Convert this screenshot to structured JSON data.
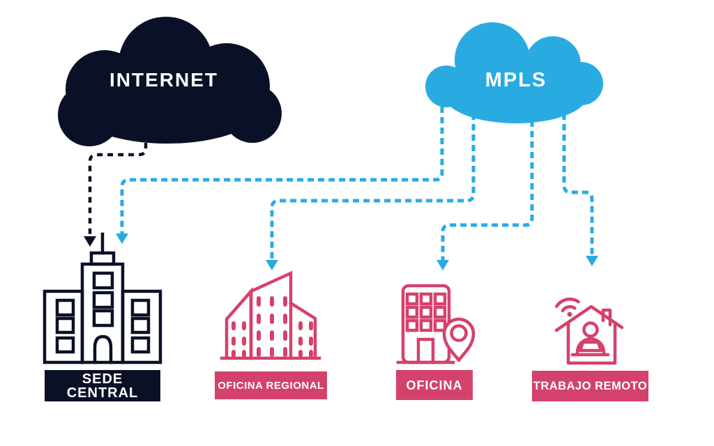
{
  "title": "Network topology diagram",
  "colors": {
    "navy": "#0A1126",
    "blue": "#29ABE2",
    "pink": "#D4426B",
    "bg": "#ffffff",
    "label_text": "#ffffff"
  },
  "clouds": [
    {
      "id": "internet",
      "label": "INTERNET",
      "color": "#0A1126",
      "icon": "cloud-icon"
    },
    {
      "id": "mpls",
      "label": "MPLS",
      "color": "#29ABE2",
      "icon": "cloud-icon"
    }
  ],
  "sites": [
    {
      "id": "sede-central",
      "label": "SEDE CENTRAL",
      "icon": "headquarters-building-icon",
      "accent": "#0A1126"
    },
    {
      "id": "oficina-regional",
      "label": "OFICINA REGIONAL",
      "icon": "office-towers-icon",
      "accent": "#D4426B"
    },
    {
      "id": "oficina",
      "label": "OFICINA",
      "icon": "office-building-location-pin-icon",
      "accent": "#D4426B"
    },
    {
      "id": "trabajo-remoto",
      "label": "TRABAJO REMOTO",
      "icon": "home-office-wifi-laptop-icon",
      "accent": "#D4426B"
    }
  ],
  "connections": [
    {
      "from": "INTERNET",
      "to": "SEDE CENTRAL",
      "style": "dashed-arrow",
      "color": "#0A1126"
    },
    {
      "from": "MPLS",
      "to": "SEDE CENTRAL",
      "style": "dashed-arrow",
      "color": "#29ABE2"
    },
    {
      "from": "MPLS",
      "to": "OFICINA REGIONAL",
      "style": "dashed-arrow",
      "color": "#29ABE2"
    },
    {
      "from": "MPLS",
      "to": "OFICINA",
      "style": "dashed-arrow",
      "color": "#29ABE2"
    },
    {
      "from": "MPLS",
      "to": "TRABAJO REMOTO",
      "style": "dashed-arrow",
      "color": "#29ABE2"
    }
  ]
}
